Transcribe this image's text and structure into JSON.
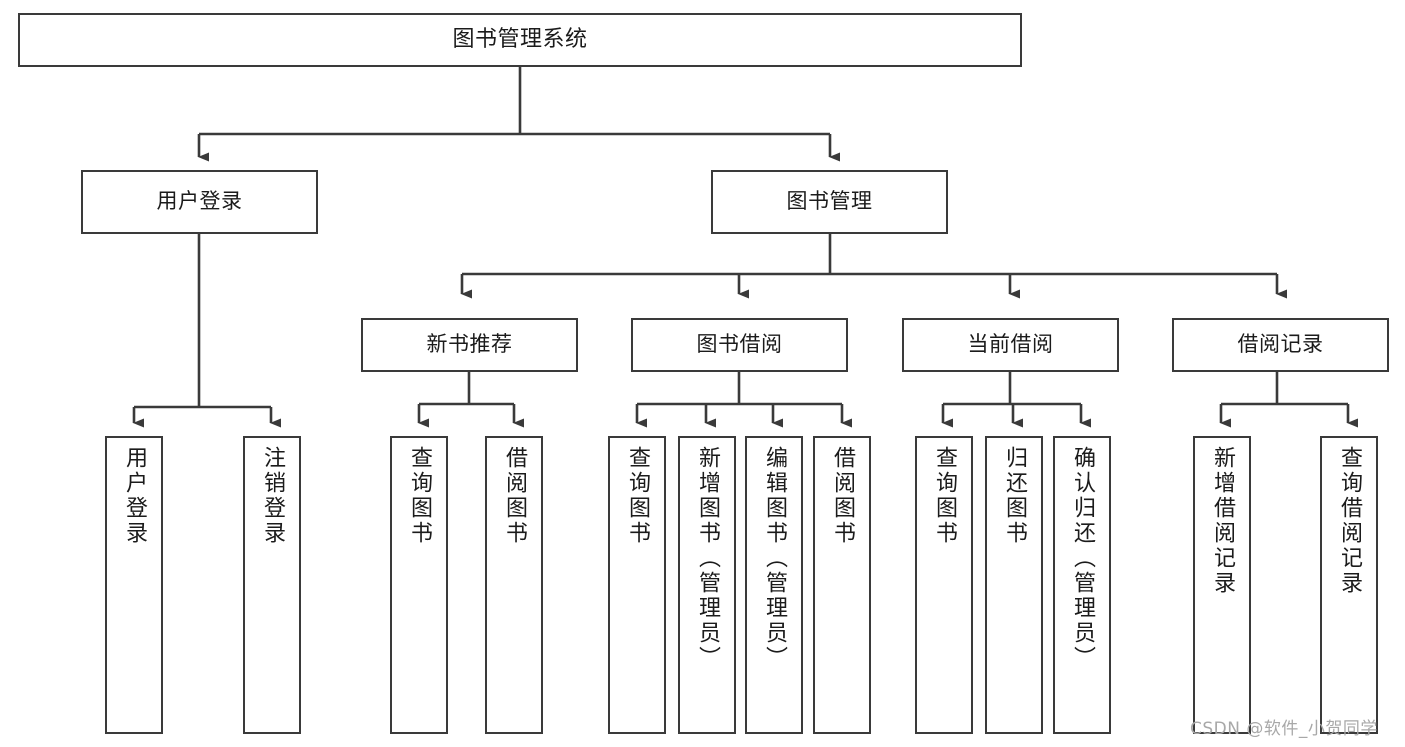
{
  "diagram": {
    "title": "图书管理系统",
    "type": "hierarchy-tree",
    "line_color": "#3a3a3a",
    "box_fill": "#ffffff",
    "text_color": "#1b1b1b"
  },
  "watermark": {
    "text": "CSDN @软件_小贺同学",
    "color": "#a8a8a8"
  },
  "nodes": {
    "root": {
      "label": "图书管理系统"
    },
    "level2": [
      {
        "label": "用户登录"
      },
      {
        "label": "图书管理"
      }
    ],
    "level3": [
      {
        "label": "新书推荐"
      },
      {
        "label": "图书借阅"
      },
      {
        "label": "当前借阅"
      },
      {
        "label": "借阅记录"
      }
    ],
    "leaves": {
      "user_login": [
        {
          "label": "用户登录"
        },
        {
          "label": "注销登录"
        }
      ],
      "new_book_recommend": [
        {
          "label": "查询图书"
        },
        {
          "label": "借阅图书"
        }
      ],
      "book_borrow": [
        {
          "label": "查询图书"
        },
        {
          "label": "新增图书（管理员）"
        },
        {
          "label": "编辑图书（管理员）"
        },
        {
          "label": "借阅图书"
        }
      ],
      "current_borrow": [
        {
          "label": "查询图书"
        },
        {
          "label": "归还图书"
        },
        {
          "label": "确认归还（管理员）"
        }
      ],
      "borrow_record": [
        {
          "label": "新增借阅记录"
        },
        {
          "label": "查询借阅记录"
        }
      ]
    }
  }
}
